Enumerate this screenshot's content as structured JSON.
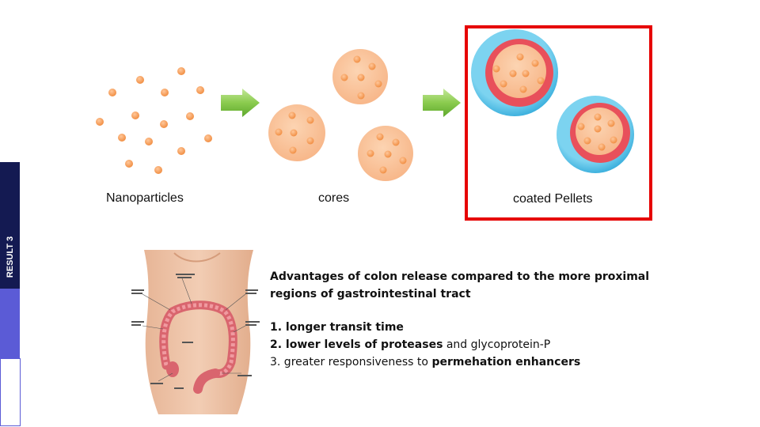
{
  "sidebar": {
    "tab_label": "RESULT 3"
  },
  "diagram": {
    "stage1_label": "Nanoparticles",
    "stage2_label": "cores",
    "stage3_label": "coated Pellets"
  },
  "advantages": {
    "heading_line1": "Advantages of colon release compared to the more proximal",
    "heading_line2": "regions of gastrointestinal tract",
    "item1_bold": "1. longer transit time",
    "item2_bold": "2. lower levels of proteases",
    "item2_rest": " and glycoprotein-P",
    "item3_plain": "3. greater responsiveness to ",
    "item3_bold": "permehation enhancers"
  },
  "colors": {
    "particle": "#f4a460",
    "arrow": "#7dc242",
    "coat_outer": "#3ab3e0",
    "coat_inner": "#e8505b",
    "highlight": "#e60000",
    "sidebar_dark": "#141a52",
    "sidebar_mid": "#5b5bd6"
  }
}
